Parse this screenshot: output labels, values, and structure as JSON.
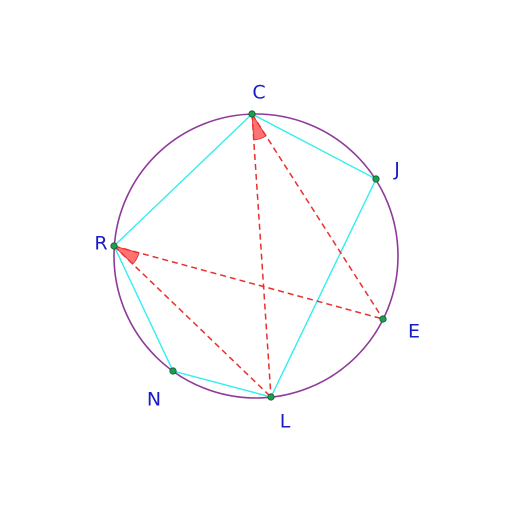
{
  "colors": {
    "circle": "#8e3a9a",
    "polygon": "#33eeee",
    "dashed": "#e8302f",
    "angle_fill": "#ff6a6a",
    "angle_stroke": "#e02a2a",
    "point_fill": "#1e9e50",
    "point_stroke": "#0c5a28",
    "point_label": "#1a1ac8"
  },
  "points": [
    {
      "id": "C",
      "label": "C"
    },
    {
      "id": "J",
      "label": "J"
    },
    {
      "id": "R",
      "label": "R"
    },
    {
      "id": "E",
      "label": "E"
    },
    {
      "id": "N",
      "label": "N"
    },
    {
      "id": "L",
      "label": "L"
    }
  ],
  "polygon_order": [
    "C",
    "J",
    "L",
    "N",
    "R"
  ],
  "dashed_segments": [
    [
      "C",
      "L"
    ],
    [
      "C",
      "E"
    ],
    [
      "R",
      "E"
    ],
    [
      "R",
      "L"
    ]
  ],
  "marked_angles": [
    {
      "vertex": "C",
      "from": "L",
      "to": "E"
    },
    {
      "vertex": "R",
      "from": "E",
      "to": "L"
    }
  ]
}
